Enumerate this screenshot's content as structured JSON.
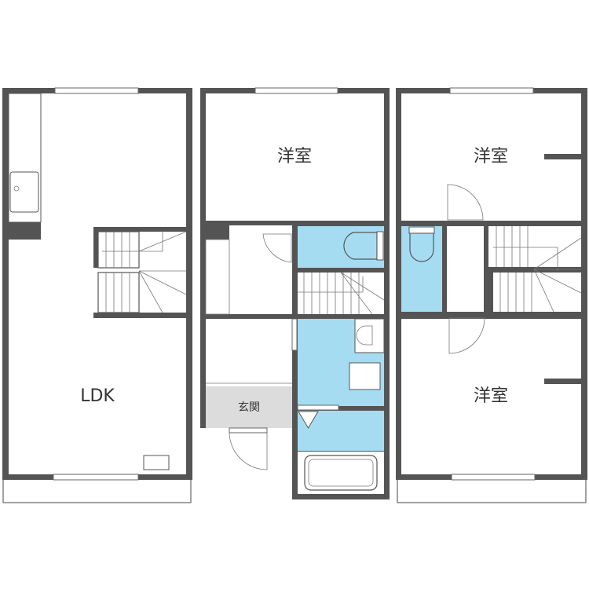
{
  "plan": {
    "units": [
      {
        "rooms": [
          {
            "label": "LDK"
          }
        ]
      },
      {
        "rooms": [
          {
            "label": "洋室"
          },
          {
            "label": "玄関"
          }
        ]
      },
      {
        "rooms": [
          {
            "label": "洋室"
          },
          {
            "label": "洋室"
          }
        ]
      }
    ]
  },
  "colors": {
    "wall": "#545454",
    "wet_area": "#a6dcf2",
    "entrance": "#dcdcdc"
  }
}
